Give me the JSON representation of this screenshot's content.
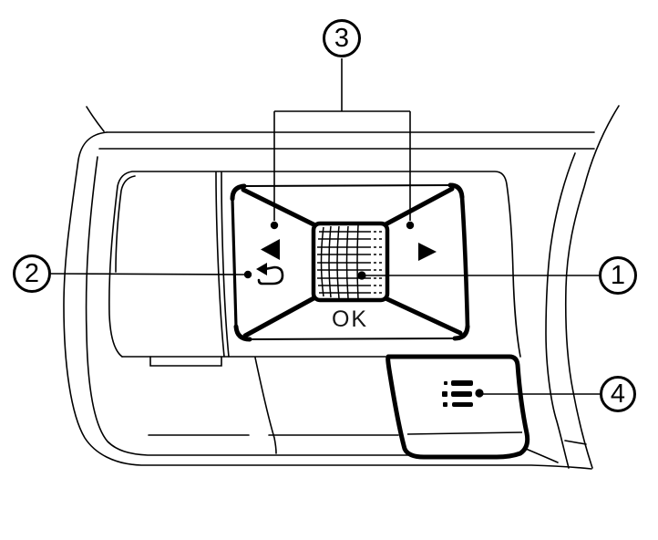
{
  "colors": {
    "line": "#000000",
    "background": "#ffffff"
  },
  "callouts": {
    "c1": {
      "number": "1",
      "points_to": "scroll-wheel"
    },
    "c2": {
      "number": "2",
      "points_to": "return-arrow-button"
    },
    "c3": {
      "number": "3",
      "points_to": "left-and-right-arrow-buttons"
    },
    "c4": {
      "number": "4",
      "points_to": "menu-button"
    }
  },
  "control_pad": {
    "ok_label": "OK",
    "icons": {
      "scroll_wheel": "scroll-wheel-icon",
      "left_arrow": "left-triangle-icon",
      "right_arrow": "right-triangle-icon",
      "back": "return-arrow-icon",
      "menu": "menu-list-icon"
    }
  }
}
